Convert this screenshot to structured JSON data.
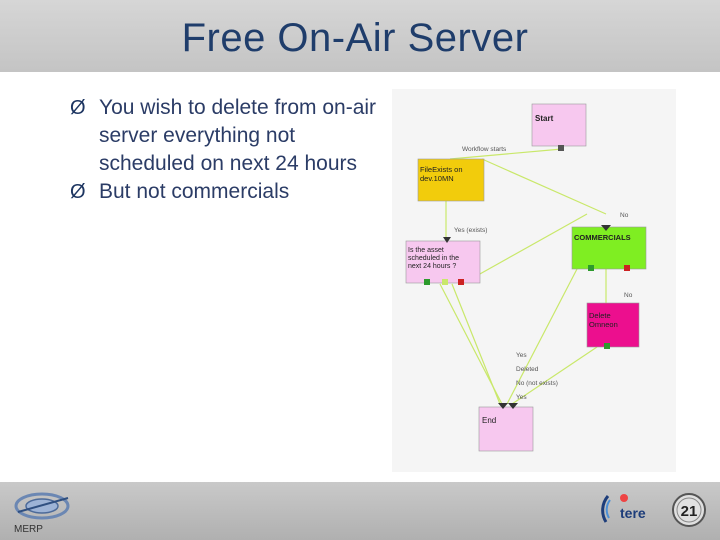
{
  "slide": {
    "title": "Free On-Air Server",
    "bullets": [
      "You wish to delete from on-air server everything not scheduled on next 24 hours",
      "But not commercials"
    ],
    "bullet_glyph": "Ø"
  },
  "diagram": {
    "nodes": {
      "start": "Start",
      "file_exists": "FileExists on dev.10MN",
      "scheduled": "Is the asset scheduled in the next 24 hours ?",
      "commercials": "COMMERCIALS",
      "delete": "Delete Omneon",
      "end": "End"
    },
    "edge_labels": {
      "workflow_starts": "Workflow starts",
      "no_1": "No",
      "yes_exists": "Yes (exists)",
      "no_2": "No",
      "yes_1": "Yes",
      "deleted": "Deleted",
      "no_not_exists": "No (not exists)",
      "yes_2": "Yes"
    },
    "colors": {
      "start": "#f7c8ef",
      "file_exists": "#f2cc0c",
      "scheduled": "#f7c8ef",
      "commercials": "#7fee22",
      "delete": "#ec0f8e",
      "end": "#f7c8ef",
      "edge": "#c9e86a"
    }
  },
  "footer": {
    "merp_label": "MERP",
    "tere_label": "tere",
    "page_number": "21"
  }
}
